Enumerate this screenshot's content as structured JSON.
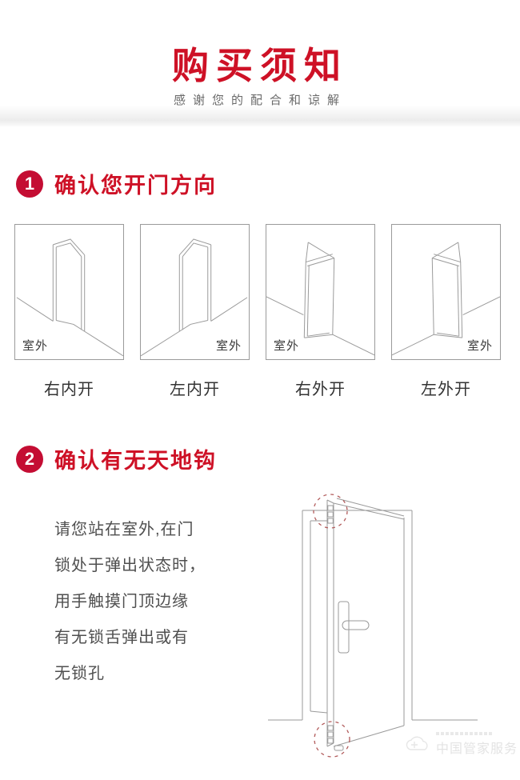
{
  "header": {
    "title": "购买须知",
    "subtitle": "感谢您的配合和谅解"
  },
  "section1": {
    "number": "1",
    "title": "确认您开门方向",
    "diagrams": [
      {
        "label": "右内开",
        "room_label": "室外",
        "room_side": "left"
      },
      {
        "label": "左内开",
        "room_label": "室外",
        "room_side": "right"
      },
      {
        "label": "右外开",
        "room_label": "室外",
        "room_side": "left"
      },
      {
        "label": "左外开",
        "room_label": "室外",
        "room_side": "right"
      }
    ]
  },
  "section2": {
    "number": "2",
    "title": "确认有无天地钩",
    "description_lines": [
      "请您站在室外,在门",
      "锁处于弹出状态时，",
      "用手触摸门顶边缘",
      "有无锁舌弹出或有",
      "无锁孔"
    ]
  },
  "watermark": {
    "text": "中国管家服务"
  },
  "colors": {
    "accent_red": "#ce1126",
    "badge_red": "#c40d33",
    "line_gray": "#9a9a9a",
    "dashed_circle_red": "#b25b5b"
  }
}
